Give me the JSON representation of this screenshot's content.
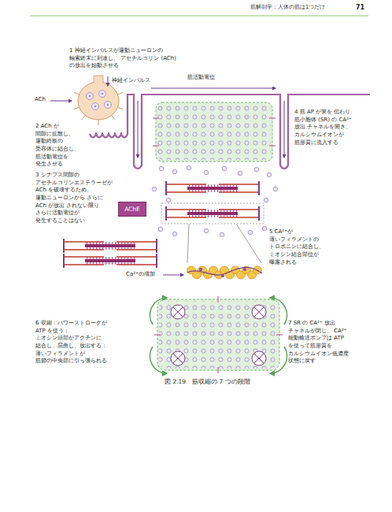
{
  "diagram": {
    "title": "筋解剖学：人体の筋は1つだけ",
    "caption": "図 2.19　筋収縮の 7 つの段階",
    "nodes": [
      {
        "text": [
          "AChE"
        ]
      }
    ],
    "labels": [
      "71",
      "1 神経インパルスが運動ニューロンの 軸索終末に到達し、 アセチルコリン (ACh) の放出を始動させる",
      "神経インパルス",
      "筋活動電位",
      "ACh",
      "2 ACh が 間隙に拡散し、 運動終板の 受容体に結合し、 筋活動電位を 発生させる",
      "4 筋 AP が管を 伝わり、 筋小胞体 (SR) の CA²⁺ 放出 チャネルを開き、 カルシウムイオンが 筋形質に流入する",
      "3 シナプス間隙の アセチルコリンエステラーゼが ACh を破壊するため、 運動ニューロンから さらに ACh が放出 されない限り さらに活動電位が 発生することはない",
      "5 CA²⁺が 薄いフィラメントの トロポニンに結合し、 ミオシン結合部位が 曝露される",
      "Ca²⁺の増加",
      "6 収縮：パワーストロークが ATP を使う： ミオシン頭部がアクチンに 結合し、屈曲し、放出する： 薄いフィラメントが 筋節の中央部に引っ張られる",
      "7 SR の CA²⁺ 放出 チャネルが閉じ、 CA²⁺能動輸送ポンプは ATP を使って筋形質を カルシウムイオン低濃度 状態に戻す"
    ]
  }
}
